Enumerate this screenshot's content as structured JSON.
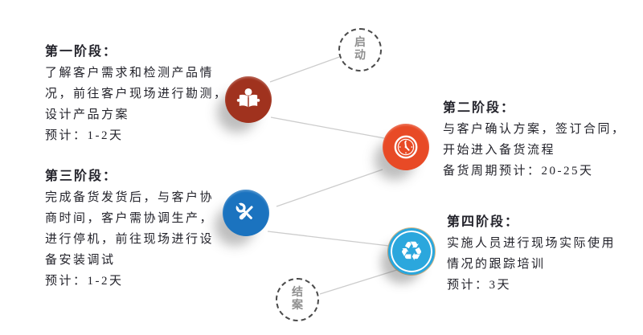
{
  "diagram_title": "implementation-process-flow",
  "terminals": {
    "start": {
      "line1": "启",
      "line2": "动"
    },
    "end": {
      "line1": "结",
      "line2": "案"
    }
  },
  "stages": [
    {
      "title": "第一阶段：",
      "lines": [
        "了解客户需求和检测产品情",
        "况，前往客户现场进行勘测，",
        "设计产品方案",
        "预计：1-2天"
      ],
      "icon": "reading-person-icon",
      "color": "#A0321E"
    },
    {
      "title": "第二阶段：",
      "lines": [
        "与客户确认方案，签订合同，",
        "开始进入备货流程",
        "备货周期预计：20-25天"
      ],
      "icon": "clock-icon",
      "color": "#E84A26"
    },
    {
      "title": "第三阶段：",
      "lines": [
        "完成备货发货后，与客户协",
        "商时间，客户需协调生产，",
        "进行停机，前往现场进行设",
        "备安装调试",
        "预计：1-2天"
      ],
      "icon": "tools-icon",
      "color": "#1B73BF"
    },
    {
      "title": "第四阶段：",
      "lines": [
        "实施人员进行现场实际使用",
        "情况的跟踪培训",
        "预计：3天"
      ],
      "icon": "recycle-icon",
      "color": "#2BA7DD"
    }
  ],
  "icons": {
    "recycle_glyph": "♻"
  },
  "connector_color": "#cccccc",
  "text_color": "#23232b",
  "terminal_text_color": "#8f8f8f"
}
